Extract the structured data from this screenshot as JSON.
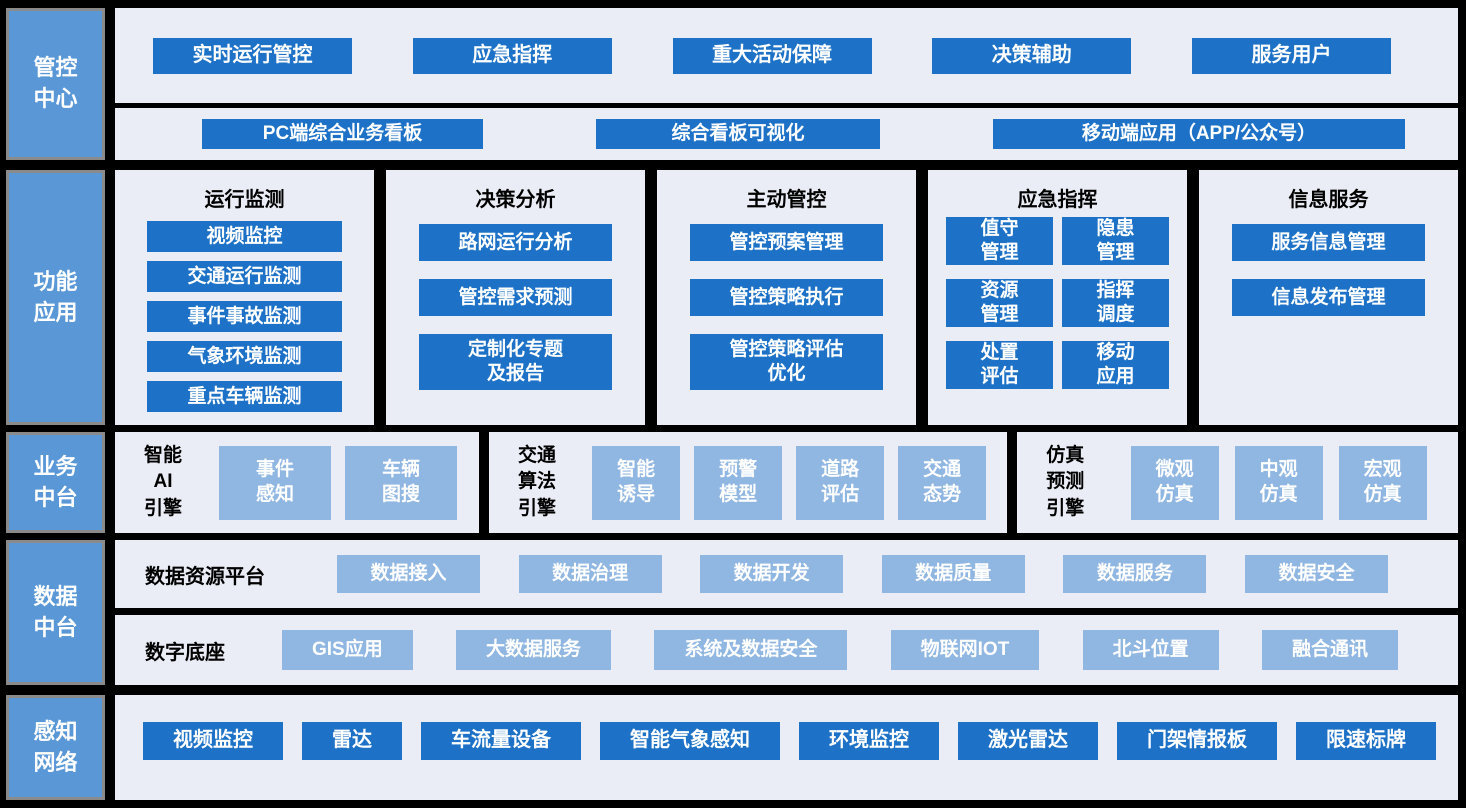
{
  "colors": {
    "canvas_bg": "#000000",
    "panel_bg": "#EAEDF5",
    "label_bg": "#5997D6",
    "label_border": "#8A8A8A",
    "dark_box": "#1D72C7",
    "light_box": "#90B6E2",
    "dark_text": "#000000",
    "light_text": "#FFFFFF"
  },
  "rows": {
    "control_center": {
      "label": "管控\n中心",
      "top_buttons": [
        "实时运行管控",
        "应急指挥",
        "重大活动保障",
        "决策辅助",
        "服务用户"
      ],
      "bottom_buttons": [
        "PC端综合业务看板",
        "综合看板可视化",
        "移动端应用（APP/公众号）"
      ]
    },
    "function_apps": {
      "label": "功能\n应用",
      "columns": [
        {
          "title": "运行监测",
          "items": [
            "视频监控",
            "交通运行监测",
            "事件事故监测",
            "气象环境监测",
            "重点车辆监测"
          ]
        },
        {
          "title": "决策分析",
          "items": [
            "路网运行分析",
            "管控需求预测",
            "定制化专题\n及报告"
          ]
        },
        {
          "title": "主动管控",
          "items": [
            "管控预案管理",
            "管控策略执行",
            "管控策略评估\n优化"
          ]
        },
        {
          "title": "应急指挥",
          "items": [
            "值守\n管理",
            "隐患\n管理",
            "资源\n管理",
            "指挥\n调度",
            "处置\n评估",
            "移动\n应用"
          ]
        },
        {
          "title": "信息服务",
          "items": [
            "服务信息管理",
            "信息发布管理"
          ]
        }
      ]
    },
    "business_platform": {
      "label": "业务\n中台",
      "groups": [
        {
          "title": "智能\nAI\n引擎",
          "items": [
            "事件\n感知",
            "车辆\n图搜"
          ]
        },
        {
          "title": "交通\n算法\n引擎",
          "items": [
            "智能\n诱导",
            "预警\n模型",
            "道路\n评估",
            "交通\n态势"
          ]
        },
        {
          "title": "仿真\n预测\n引擎",
          "items": [
            "微观\n仿真",
            "中观\n仿真",
            "宏观\n仿真"
          ]
        }
      ]
    },
    "data_platform": {
      "label": "数据\n中台",
      "sub_rows": [
        {
          "title": "数据资源平台",
          "items": [
            "数据接入",
            "数据治理",
            "数据开发",
            "数据质量",
            "数据服务",
            "数据安全"
          ]
        },
        {
          "title": "数字底座",
          "items": [
            "GIS应用",
            "大数据服务",
            "系统及数据安全",
            "物联网IOT",
            "北斗位置",
            "融合通讯"
          ]
        }
      ]
    },
    "perception_network": {
      "label": "感知\n网络",
      "items": [
        "视频监控",
        "雷达",
        "车流量设备",
        "智能气象感知",
        "环境监控",
        "激光雷达",
        "门架情报板",
        "限速标牌"
      ]
    }
  }
}
